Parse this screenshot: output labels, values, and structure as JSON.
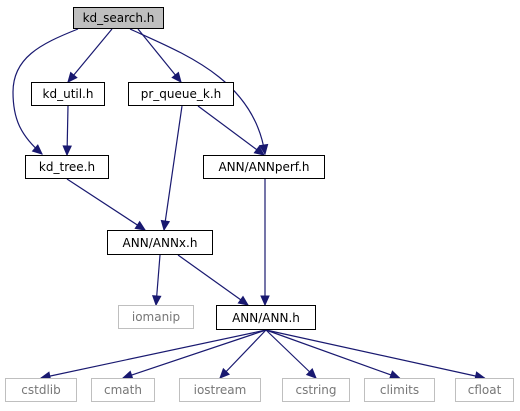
{
  "nodes": [
    {
      "id": "kd_search",
      "label": "kd_search.h",
      "kind": "current"
    },
    {
      "id": "kd_util",
      "label": "kd_util.h",
      "kind": "file"
    },
    {
      "id": "pr_queue_k",
      "label": "pr_queue_k.h",
      "kind": "file"
    },
    {
      "id": "kd_tree",
      "label": "kd_tree.h",
      "kind": "file"
    },
    {
      "id": "annperf",
      "label": "ANN/ANNperf.h",
      "kind": "file"
    },
    {
      "id": "annx",
      "label": "ANN/ANNx.h",
      "kind": "file"
    },
    {
      "id": "iomanip",
      "label": "iomanip",
      "kind": "external"
    },
    {
      "id": "ann",
      "label": "ANN/ANN.h",
      "kind": "file"
    },
    {
      "id": "cstdlib",
      "label": "cstdlib",
      "kind": "external"
    },
    {
      "id": "cmath",
      "label": "cmath",
      "kind": "external"
    },
    {
      "id": "iostream",
      "label": "iostream",
      "kind": "external"
    },
    {
      "id": "cstring",
      "label": "cstring",
      "kind": "external"
    },
    {
      "id": "climits",
      "label": "climits",
      "kind": "external"
    },
    {
      "id": "cfloat",
      "label": "cfloat",
      "kind": "external"
    }
  ],
  "edges": [
    {
      "from": "kd_search",
      "to": "kd_util"
    },
    {
      "from": "kd_search",
      "to": "pr_queue_k"
    },
    {
      "from": "kd_search",
      "to": "kd_tree"
    },
    {
      "from": "kd_search",
      "to": "annperf"
    },
    {
      "from": "kd_util",
      "to": "kd_tree"
    },
    {
      "from": "pr_queue_k",
      "to": "annx"
    },
    {
      "from": "pr_queue_k",
      "to": "annperf"
    },
    {
      "from": "kd_tree",
      "to": "annx"
    },
    {
      "from": "annperf",
      "to": "ann"
    },
    {
      "from": "annx",
      "to": "iomanip"
    },
    {
      "from": "annx",
      "to": "ann"
    },
    {
      "from": "ann",
      "to": "cstdlib"
    },
    {
      "from": "ann",
      "to": "cmath"
    },
    {
      "from": "ann",
      "to": "iostream"
    },
    {
      "from": "ann",
      "to": "cstring"
    },
    {
      "from": "ann",
      "to": "climits"
    },
    {
      "from": "ann",
      "to": "cfloat"
    }
  ],
  "colors": {
    "edge": "#191970",
    "current_fill": "#bfbfbf",
    "external_border": "#bfbfbf",
    "external_text": "#777777"
  }
}
